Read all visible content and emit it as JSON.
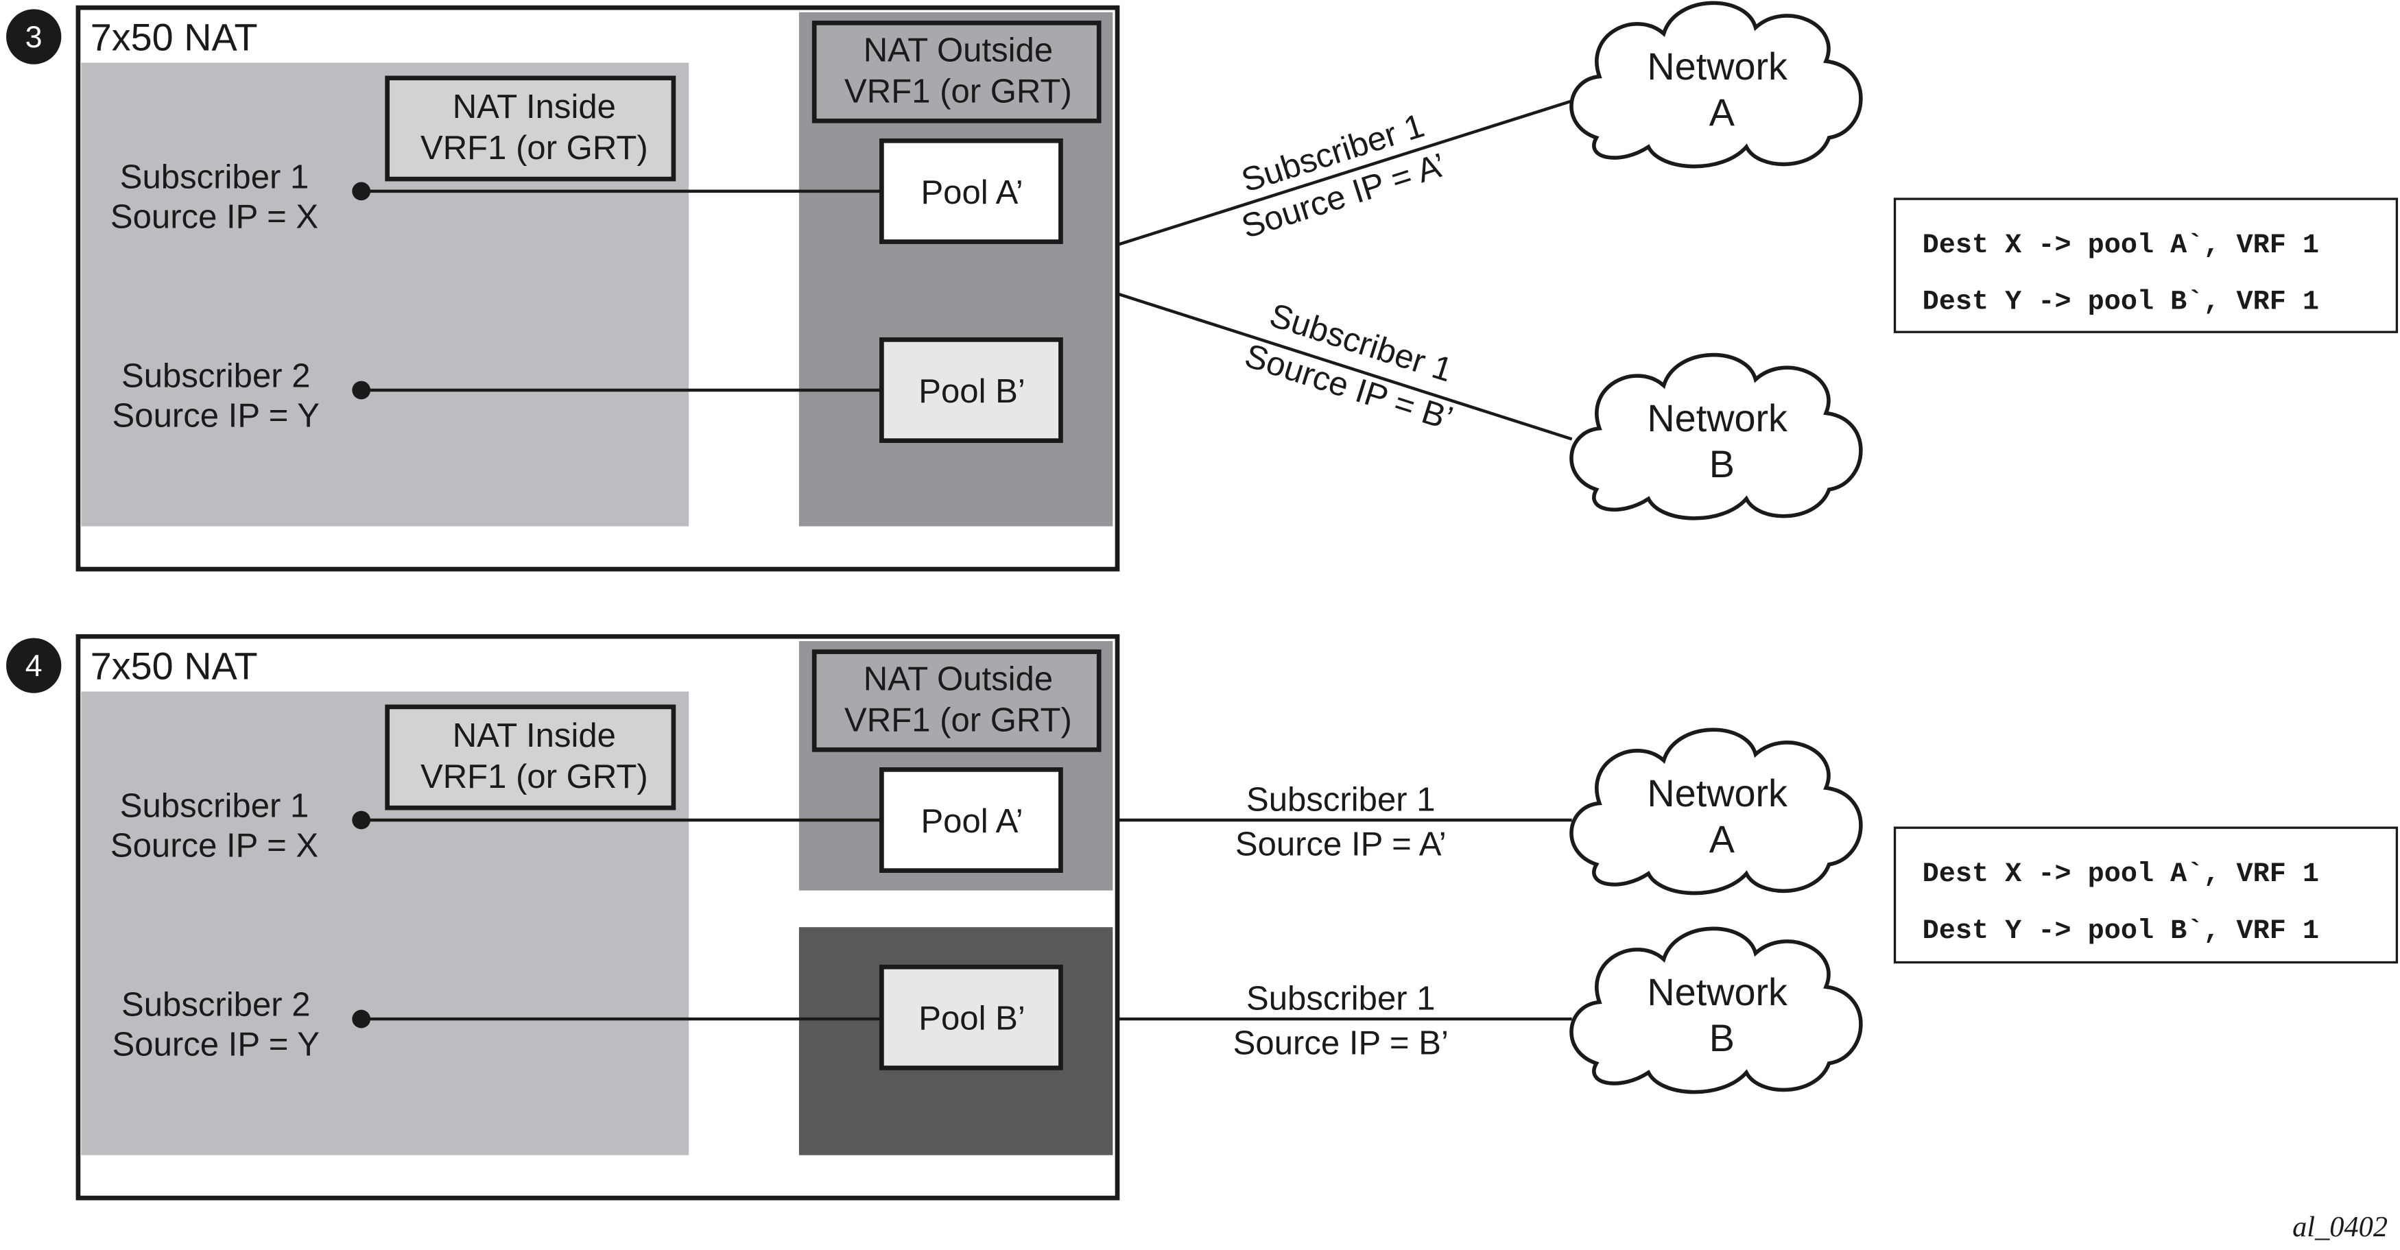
{
  "colors": {
    "outer_border": "#1a1a1a",
    "inside_area": "#bcbdc0",
    "outside_area_light": "#939598",
    "outside_area_dark": "#58595b",
    "label_box": "#d1d2d4",
    "label_box_dark": "#a7a9ac",
    "pool_white": "#ffffff",
    "pool_grey": "#e6e7e8",
    "badge": "#1a1a1a"
  },
  "panels": [
    {
      "step": "3",
      "title": "7x50 NAT",
      "inside_label": [
        "NAT Inside",
        "VRF1 (or GRT)"
      ],
      "outside_label": [
        "NAT Outside",
        "VRF1 (or GRT)"
      ],
      "subscribers": [
        [
          "Subscriber 1",
          "Source IP = X"
        ],
        [
          "Subscriber 2",
          "Source IP = Y"
        ]
      ],
      "pools": [
        "Pool A’",
        "Pool B’"
      ],
      "links": [
        [
          "Subscriber 1",
          "Source IP = A’"
        ],
        [
          "Subscriber 1",
          "Source IP = B’"
        ]
      ],
      "networks": [
        [
          "Network",
          "A"
        ],
        [
          "Network",
          "B"
        ]
      ],
      "routes": [
        "Dest X -> pool A`, VRF 1",
        "Dest Y -> pool B`, VRF 1"
      ]
    },
    {
      "step": "4",
      "title": "7x50 NAT",
      "inside_label": [
        "NAT Inside",
        "VRF1 (or GRT)"
      ],
      "outside_label": [
        "NAT Outside",
        "VRF1 (or GRT)"
      ],
      "subscribers": [
        [
          "Subscriber 1",
          "Source IP = X"
        ],
        [
          "Subscriber 2",
          "Source IP = Y"
        ]
      ],
      "pools": [
        "Pool A’",
        "Pool B’"
      ],
      "links": [
        [
          "Subscriber 1",
          "Source IP = A’"
        ],
        [
          "Subscriber 1",
          "Source IP = B’"
        ]
      ],
      "networks": [
        [
          "Network",
          "A"
        ],
        [
          "Network",
          "B"
        ]
      ],
      "routes": [
        "Dest X -> pool A`, VRF 1",
        "Dest Y -> pool B`, VRF 1"
      ]
    }
  ],
  "figure_id": "al_0402"
}
